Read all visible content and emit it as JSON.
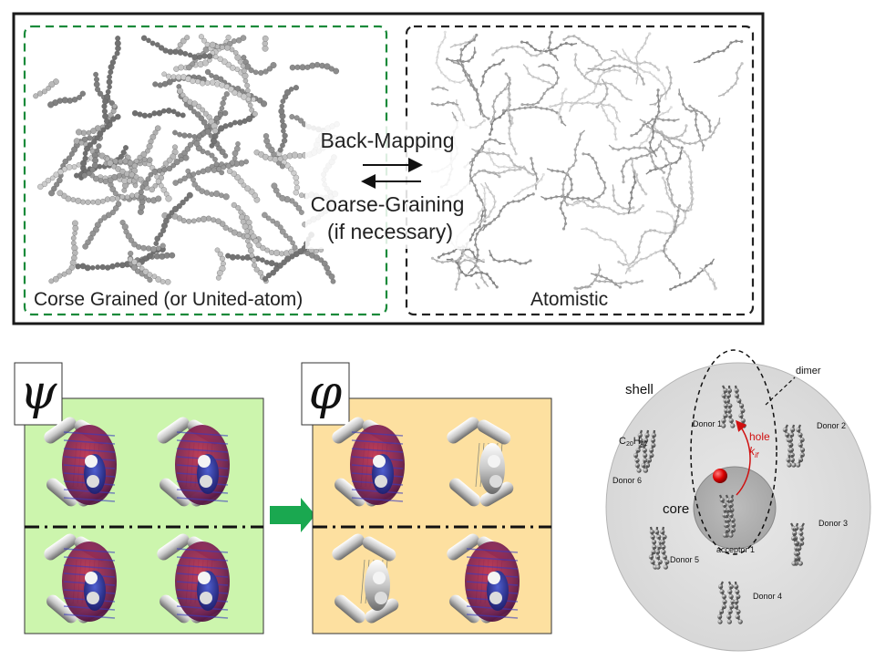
{
  "top_panel": {
    "left_label": "Corse Grained (or United-atom)",
    "right_label": "Atomistic",
    "arrow_top_label": "Back-Mapping",
    "arrow_bottom_label_line1": "Coarse-Graining",
    "arrow_bottom_label_line2": "(if necessary)",
    "left_border_color": "#1a8a3a",
    "right_border_color": "#222222"
  },
  "bottom_left": {
    "psi_symbol": "ψ",
    "phi_symbol": "φ",
    "psi_bg": "#ccf5ad",
    "phi_bg": "#fde0a0",
    "arrow_color": "#1aa850"
  },
  "bottom_right": {
    "shell_label": "shell",
    "core_label": "core",
    "dimer_label": "dimer",
    "hole_label": "hole",
    "rate_label": "k",
    "rate_sub": "if",
    "formula_main": "C",
    "formula_sub1": "20",
    "formula_h": "H",
    "formula_sub2": "42",
    "donors": [
      "Donor 1",
      "Donor 2",
      "Donor 3",
      "Donor 4",
      "Donor 5",
      "Donor 6"
    ],
    "acceptor": "acceptor 1",
    "hole_color": "#d01010"
  }
}
